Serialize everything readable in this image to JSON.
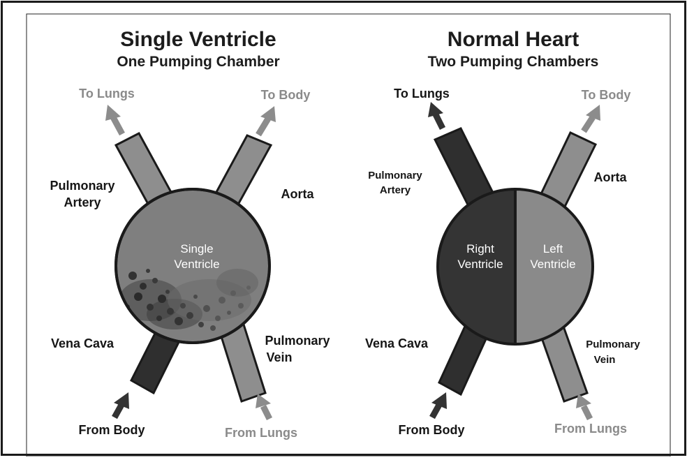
{
  "colors": {
    "dark_vessel": "#2f2f2f",
    "light_vessel": "#8e8e8e",
    "single_chamber": "#7f7f7f",
    "right_ventricle": "#343434",
    "left_ventricle": "#8a8a8a",
    "arrow_dark": "#333333",
    "arrow_light": "#8c8c8c"
  },
  "single": {
    "title": "Single Ventricle",
    "subtitle": "One Pumping Chamber",
    "to_lungs": "To Lungs",
    "to_body": "To Body",
    "pulmonary_artery_1": "Pulmonary",
    "pulmonary_artery_2": "Artery",
    "aorta": "Aorta",
    "chamber_1": "Single",
    "chamber_2": "Ventricle",
    "vena_cava": "Vena Cava",
    "pulmonary_vein_1": "Pulmonary",
    "pulmonary_vein_2": "Vein",
    "from_body": "From Body",
    "from_lungs": "From Lungs"
  },
  "normal": {
    "title": "Normal Heart",
    "subtitle": "Two Pumping Chambers",
    "to_lungs": "To Lungs",
    "to_body": "To Body",
    "pulmonary_artery_1": "Pulmonary",
    "pulmonary_artery_2": "Artery",
    "aorta": "Aorta",
    "right_1": "Right",
    "right_2": "Ventricle",
    "left_1": "Left",
    "left_2": "Ventricle",
    "vena_cava": "Vena Cava",
    "pulmonary_vein_1": "Pulmonary",
    "pulmonary_vein_2": "Vein",
    "from_body": "From Body",
    "from_lungs": "From Lungs"
  }
}
